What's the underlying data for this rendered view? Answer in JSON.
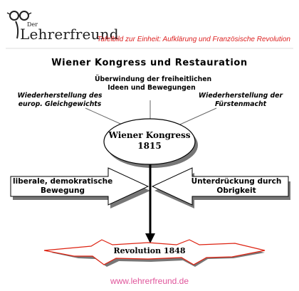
{
  "header": {
    "logo_text": "Lehrerfreund",
    "logo_badge": "Der",
    "subtitle": "Tafelbild zur Einheit: Aufklärung und Französische Revolution"
  },
  "diagram": {
    "title": "Wiener Kongress und Restauration",
    "top_left": [
      "Wiederherstellung des",
      "europ. Gleichgewichts"
    ],
    "top_center": [
      "Überwindung der freiheitlichen",
      "Ideen und Bewegungen"
    ],
    "top_right": [
      "Wiederherstellung der",
      "Fürstenmacht"
    ],
    "center": {
      "line1": "Wiener Kongress",
      "line2": "1815"
    },
    "left_arrow": [
      "liberale, demokratische",
      "Bewegung"
    ],
    "right_arrow": [
      "Unterdrückung durch",
      "Obrigkeit"
    ],
    "bottom": "Revolution 1848"
  },
  "footer": {
    "url": "www.lehrerfreund.de"
  },
  "colors": {
    "accent_red": "#dd2222",
    "footer_pink": "#e0559b"
  }
}
